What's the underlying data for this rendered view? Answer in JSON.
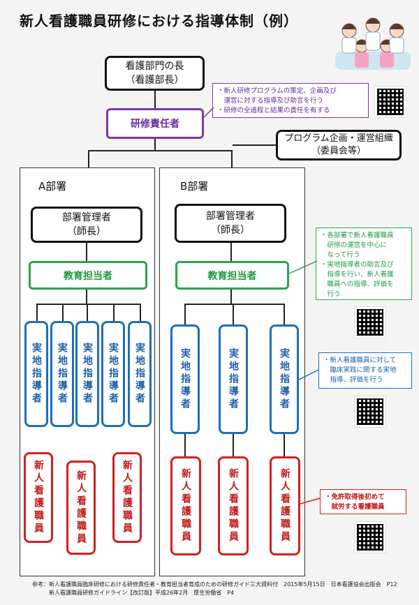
{
  "title": "新人看護職員研修における指導体制（例）",
  "head_box": {
    "line1": "看護部門の長",
    "line2": "（看護部長）"
  },
  "training_lead": "研修責任者",
  "program_box": {
    "line1": "プログラム企画・運営組織",
    "line2": "（委員会等）"
  },
  "notes": {
    "purple": [
      "・新人研修プログラムの策定、企画及び",
      "　運営に対する指導及び助言を行う",
      "・研修の全過程と結果の責任を有する"
    ],
    "green": [
      "・各部署で新人看護職員",
      "　研修の運営を中心に",
      "　なって行う",
      "・実地指導者の助言及び",
      "　指導を行い、新人看護",
      "　職員への指導、評価を",
      "　行う"
    ],
    "blue": [
      "・新人看護職員に対して",
      "　臨床実践に関する実地",
      "　指導、評価を行う"
    ],
    "red": [
      "・免許取得後初めて",
      "　就労する看護職員"
    ]
  },
  "dept_a": {
    "label": "A部署",
    "manager": {
      "line1": "部署管理者",
      "line2": "（師長）"
    },
    "educator": "教育担当者",
    "preceptors": [
      "実地指導者",
      "実地指導者",
      "実地指導者",
      "実地指導者",
      "実地指導者"
    ],
    "new_staff": [
      "新人看護職員",
      "新人看護職員",
      "新人看護職員"
    ]
  },
  "dept_b": {
    "label": "B部署",
    "manager": {
      "line1": "部署管理者",
      "line2": "（師長）"
    },
    "educator": "教育担当者",
    "preceptors": [
      "実地指導者",
      "実地指導者",
      "実地指導者"
    ],
    "new_staff": [
      "新人看護職員",
      "新人看護職員",
      "新人看護職員"
    ]
  },
  "footer": {
    "line1": "参考：新人看護職員臨床研修における研修責任者・教育担当者育成のための研修ガイド三大資料付　2015年5月15日　日本看護協会出版会　P12",
    "line2": "　　　新人看護職員研修ガイドライン【改訂版】平成26年2月　厚生労働省　P4"
  },
  "colors": {
    "purple": "#7a3aa0",
    "green": "#2aa64a",
    "blue": "#1f6fb8",
    "red": "#d02020"
  }
}
